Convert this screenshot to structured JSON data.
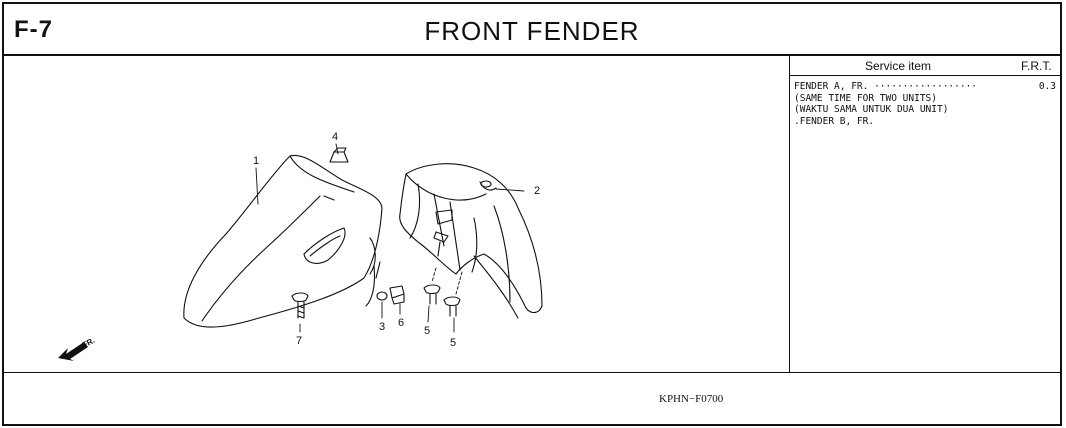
{
  "header": {
    "code": "F-7",
    "title": "FRONT FENDER"
  },
  "drawing": {
    "callouts": [
      "1",
      "2",
      "3",
      "4",
      "5",
      "5",
      "6",
      "7"
    ],
    "direction_label": "FR.",
    "reference": "KPHN−F0700"
  },
  "service": {
    "column_item": "Service item",
    "column_frt": "F.R.T.",
    "entries": [
      {
        "text": "FENDER A, FR. ··················",
        "frt": "0.3"
      },
      {
        "text": "(SAME TIME FOR TWO UNITS)"
      },
      {
        "text": "(WAKTU SAMA UNTUK DUA UNIT)"
      },
      {
        "text": ".FENDER B, FR."
      }
    ]
  }
}
